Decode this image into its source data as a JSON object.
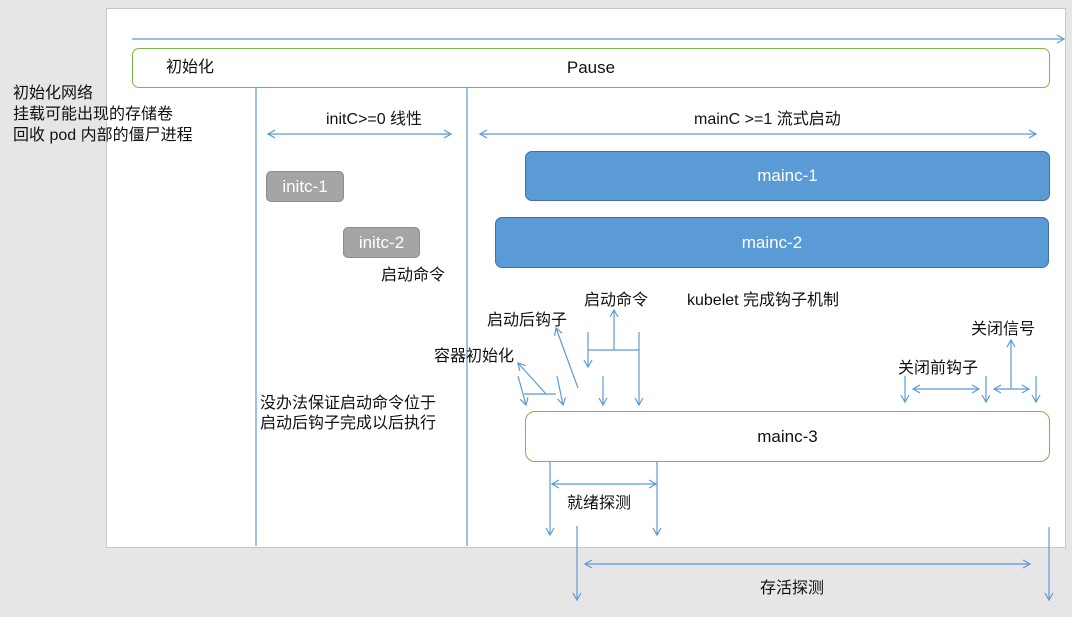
{
  "colors": {
    "background": "#e6e6e6",
    "canvas": "#ffffff",
    "arrow": "#5b9bd5",
    "pause_border": "#7ab648",
    "init_container": "#a5a5a5",
    "main_container": "#5b9bd5"
  },
  "pause": {
    "label": "Pause",
    "init_phase_label": "初始化"
  },
  "init_notes": [
    "初始化网络",
    "挂载可能出现的存储卷",
    "回收 pod 内部的僵尸进程"
  ],
  "init_section": {
    "label": "initC>=0   线性",
    "containers": [
      "initc-1",
      "initc-2"
    ],
    "start_command_label": "启动命令"
  },
  "main_section": {
    "label": "mainC >=1   流式启动",
    "containers": [
      "mainc-1",
      "mainc-2",
      "mainc-3"
    ]
  },
  "annotations": {
    "start_command": "启动命令",
    "kubelet_hook": "kubelet 完成钩子机制",
    "post_start_hook": "启动后钩子",
    "container_init": "容器初始化",
    "no_guarantee": [
      "没办法保证启动命令位于",
      "启动后钩子完成以后执行"
    ],
    "close_signal": "关闭信号",
    "pre_stop_hook": "关闭前钩子",
    "readiness_probe": "就绪探测",
    "liveness_probe": "存活探测"
  }
}
